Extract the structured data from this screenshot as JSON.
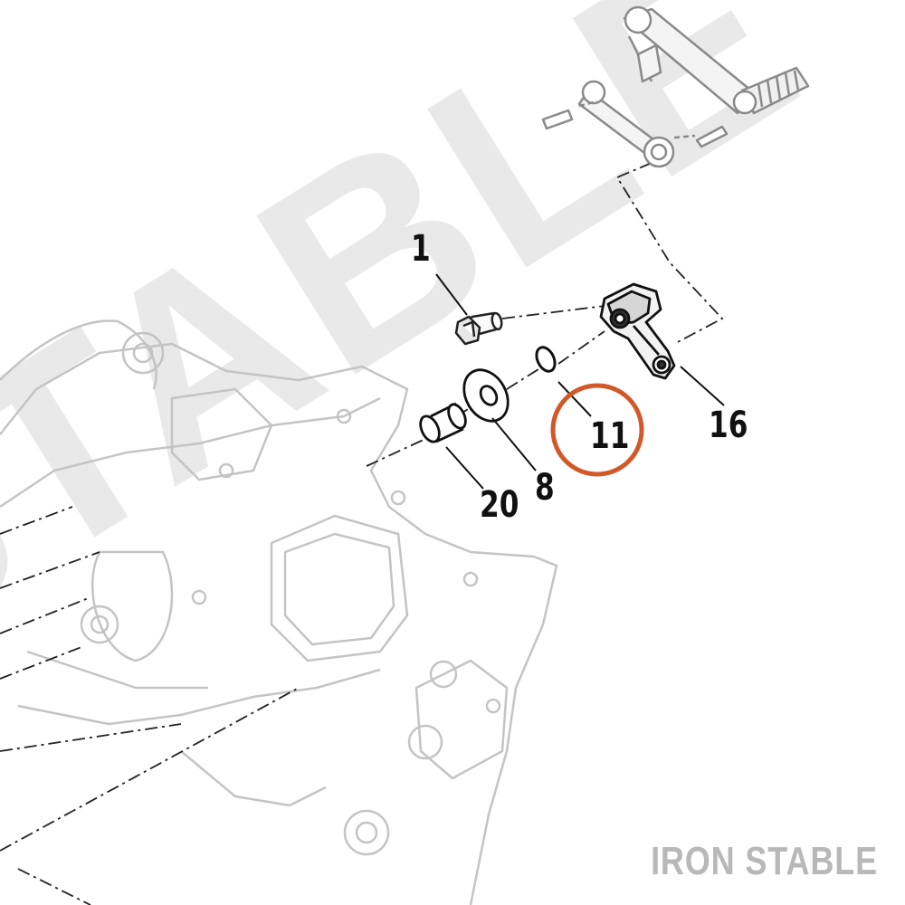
{
  "watermark": {
    "text": "STABLE"
  },
  "brand": {
    "text": "IRON STABLE"
  },
  "callouts": [
    {
      "id": "part-1",
      "label": "1"
    },
    {
      "id": "part-20",
      "label": "20"
    },
    {
      "id": "part-8",
      "label": "8"
    },
    {
      "id": "part-11",
      "label": "11"
    },
    {
      "id": "part-16",
      "label": "16"
    }
  ],
  "highlight": {
    "part": "11",
    "color": "#d2582a"
  },
  "colors": {
    "ink": "#111111",
    "ghost": "#c4c4c4",
    "watermark": "#e9e9e9"
  }
}
